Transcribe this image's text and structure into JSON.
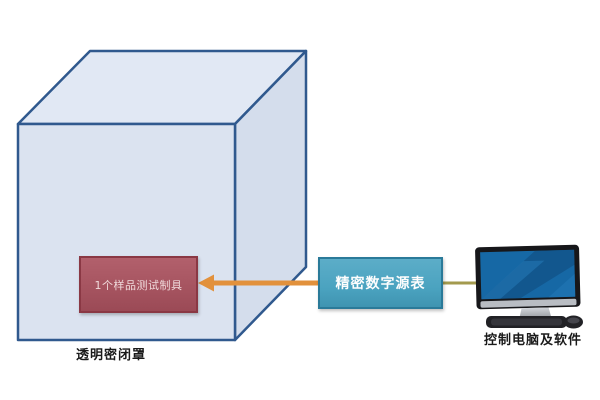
{
  "nodes": {
    "enclosure": {
      "label": "透明密闭罩"
    },
    "fixture": {
      "label": "1个样品测试制具"
    },
    "meter": {
      "label": "精密数字源表"
    },
    "computer": {
      "label": "控制电脑及软件"
    }
  },
  "connections": [
    {
      "from": "meter",
      "to": "fixture",
      "style": "orange-arrow"
    },
    {
      "from": "computer",
      "to": "meter",
      "style": "olive-cable"
    }
  ],
  "colors": {
    "cube-top": "#e1e8f4",
    "cube-front": "#dbe3f0",
    "cube-right": "#d4ddec",
    "cube-border": "#30598e",
    "fixture-fill": "#a65460",
    "fixture-fill-light": "#b2606c",
    "fixture-fill-dark": "#9b4a56",
    "fixture-border": "#8a3844",
    "fixture-text": "#f0dadb",
    "meter-fill": "#4ba3c0",
    "meter-fill-light": "#5cadc8",
    "meter-fill-dark": "#3f94b1",
    "meter-border": "#2a7a99",
    "meter-text": "#fdfdfd",
    "arrow": "#e2913c",
    "cable": "#a39a4e",
    "screen": "#1668a5",
    "screen-dark": "#10497c",
    "bezel": "#17171a",
    "silver": "#b9bdc3",
    "label-text": "#1a1a1a"
  }
}
